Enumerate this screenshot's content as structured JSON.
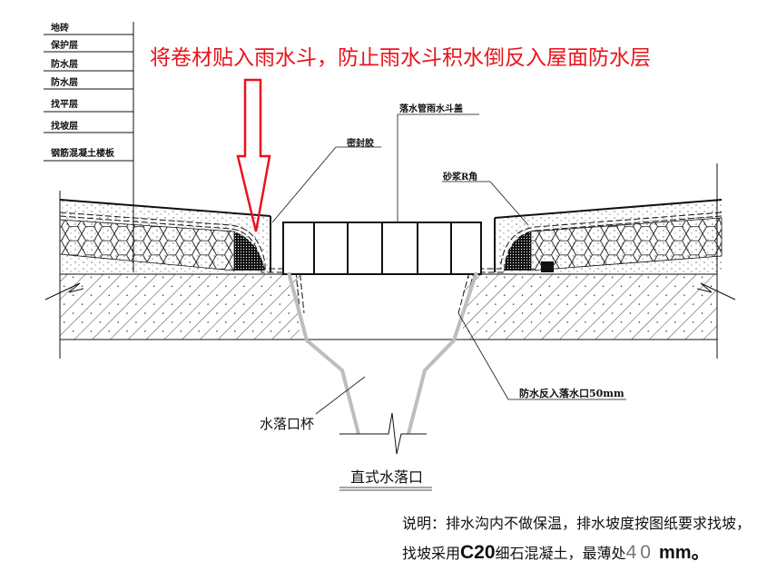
{
  "headline": "将卷材贴入雨水斗，防止雨水斗积水倒反入屋面防水层",
  "layers": [
    "地砖",
    "保护层",
    "防水层",
    "防水层",
    "找平层",
    "找坡层",
    "钢筋混凝土楼板"
  ],
  "labels": {
    "grate_cover": "落水管雨水斗盖",
    "sealant": "密封胶",
    "mortar_corner": "砂浆R角",
    "waterproof_turn": "防水反入落水口50mm",
    "outlet_cup": "水落口杯",
    "outlet_title": "直式水落口"
  },
  "notes": {
    "line1": "说明：排水沟内不做保温，排水坡度按图纸要求找坡，",
    "line2_a": "找坡采用",
    "line2_b": "C20",
    "line2_c": "细石混凝土，最薄处",
    "line2_d": "40",
    "line2_e": "mm。"
  },
  "colors": {
    "arrow": "#e8141c",
    "pipe": "#bdbdbd",
    "line": "#111111"
  }
}
